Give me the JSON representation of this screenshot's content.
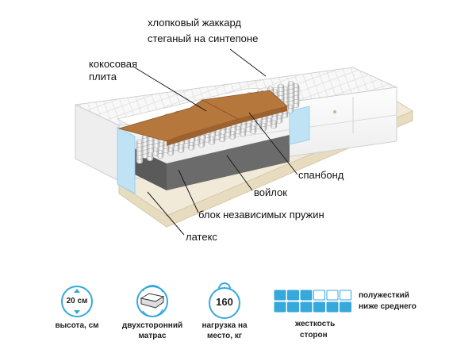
{
  "callouts": {
    "cover_line1": "хлопковый жаккард",
    "cover_line2": "стеганый на синтепоне",
    "coconut_line1": "кокосовая",
    "coconut_line2": "плита",
    "spunbond": "спанбонд",
    "felt": "войлок",
    "springs": "блок независимых пружин",
    "latex": "латекс"
  },
  "features": {
    "height": {
      "value": "20 см",
      "label_line1": "высота, см",
      "label_line2": ""
    },
    "two_sided": {
      "label_line1": "двухсторонний",
      "label_line2": "матрас"
    },
    "load": {
      "value": "160",
      "label_line1": "нагрузка на",
      "label_line2": "место, кг"
    }
  },
  "stiffness": {
    "filled_cells": 9,
    "total_cells": 12,
    "level_line1": "полужесткий",
    "level_line2": "ниже среднего",
    "caption_line1": "жесткость",
    "caption_line2": "сторон"
  },
  "colors": {
    "accent_blue": "#36a8dc",
    "cell_empty_border": "#36a8dc",
    "coconut": "#b5773c",
    "latex": "#f1ead8",
    "foam_blue": "#bfe3f5",
    "cover": "#f7f7f7"
  }
}
